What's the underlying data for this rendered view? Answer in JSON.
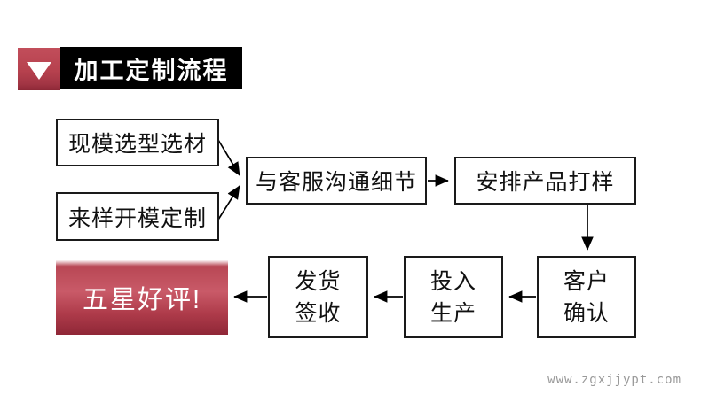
{
  "page": {
    "background": "#ffffff",
    "watermark": "www.zgxjjypt.com",
    "watermark_color": "#999999"
  },
  "header": {
    "title": "加工定制流程",
    "marker_icon": "triangle-down-icon",
    "marker_color": "#b6414e",
    "bar_color": "#000000",
    "text_color": "#ffffff"
  },
  "flowchart": {
    "node_border_color": "#1a1a1a",
    "node_fill": "#ffffff",
    "arrow_color": "#000000",
    "highlight_gradient": [
      "#b84754",
      "#c95a68",
      "#8f2737"
    ],
    "nodes": [
      {
        "id": "n1",
        "label": "现模选型选材",
        "style": "plain"
      },
      {
        "id": "n2",
        "label": "来样开模定制",
        "style": "plain"
      },
      {
        "id": "n3",
        "label": "与客服沟通细节",
        "style": "plain"
      },
      {
        "id": "n4",
        "label": "安排产品打样",
        "style": "plain"
      },
      {
        "id": "n5",
        "label": "客户确认",
        "line1": "客户",
        "line2": "确认",
        "style": "plain"
      },
      {
        "id": "n6",
        "label": "投入生产",
        "line1": "投入",
        "line2": "生产",
        "style": "plain"
      },
      {
        "id": "n7",
        "label": "发货签收",
        "line1": "发货",
        "line2": "签收",
        "style": "plain"
      },
      {
        "id": "n8",
        "label": "五星好评!",
        "style": "highlight"
      }
    ],
    "edges": [
      {
        "from": "现模选型选材",
        "to": "与客服沟通细节"
      },
      {
        "from": "来样开模定制",
        "to": "与客服沟通细节"
      },
      {
        "from": "与客服沟通细节",
        "to": "安排产品打样"
      },
      {
        "from": "安排产品打样",
        "to": "客户确认"
      },
      {
        "from": "客户确认",
        "to": "投入生产"
      },
      {
        "from": "投入生产",
        "to": "发货签收"
      },
      {
        "from": "发货签收",
        "to": "五星好评!"
      }
    ]
  }
}
